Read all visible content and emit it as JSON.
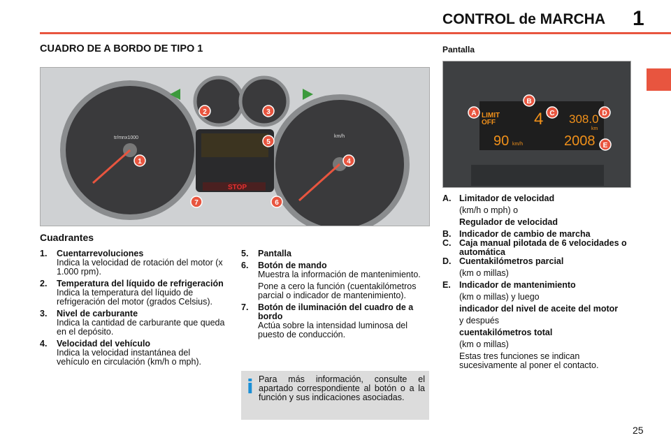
{
  "header": {
    "title": "CONTROL de MARCHA",
    "chapter": "1"
  },
  "section_title": "CUADRO DE A BORDO DE TIPO 1",
  "pantalla_title": "Pantalla",
  "accent_color": "#e8553f",
  "dashboard": {
    "callouts": [
      "1",
      "2",
      "3",
      "4",
      "5",
      "6",
      "7"
    ],
    "stop_label": "STOP",
    "rpm_label": "tr/mnx1000",
    "speed_unit": "km/h"
  },
  "display": {
    "callouts": [
      "A",
      "B",
      "C",
      "D",
      "E"
    ],
    "limit": "LIMIT",
    "off": "OFF",
    "gear": "4",
    "trip": "308.0",
    "km": "km",
    "odo": "2008",
    "speed": "90",
    "speed_unit": "km/h"
  },
  "cuadrantes": {
    "title": "Cuadrantes",
    "items": [
      {
        "num": "1.",
        "title": "Cuentarrevoluciones",
        "desc": [
          "Indica la velocidad de rotación del motor (x 1.000 rpm)."
        ]
      },
      {
        "num": "2.",
        "title": "Temperatura del líquido de refrigeración",
        "desc": [
          "Indica la temperatura del líquido de refrigeración del motor (grados Celsius)."
        ]
      },
      {
        "num": "3.",
        "title": "Nivel de carburante",
        "desc": [
          "Indica la cantidad de carburante que queda en el depósito."
        ]
      },
      {
        "num": "4.",
        "title": "Velocidad del vehículo",
        "desc": [
          "Indica la velocidad instantánea del vehículo en circulación (km/h o mph)."
        ]
      },
      {
        "num": "5.",
        "title": "Pantalla",
        "desc": []
      },
      {
        "num": "6.",
        "title": "Botón de mando",
        "desc": [
          "Muestra la información de mantenimiento.",
          "Pone a cero la función (cuentakilómetros parcial o indicador de mantenimiento)."
        ]
      },
      {
        "num": "7.",
        "title": "Botón de iluminación del cuadro de a bordo",
        "desc": [
          "Actúa sobre la intensidad luminosa del puesto de conducción."
        ]
      }
    ]
  },
  "info": "Para más información, consulte el apartado correspondiente al botón o a la función y sus indicaciones asociadas.",
  "pantalla_items": [
    {
      "letter": "A.",
      "lines": [
        {
          "b": "Limitador de velocidad"
        },
        {
          "t": "(km/h o mph) o"
        },
        {
          "b": "Regulador de velocidad"
        }
      ]
    },
    {
      "letter": "B.",
      "lines": [
        {
          "b": "Indicador de cambio de marcha"
        }
      ]
    },
    {
      "letter": "C.",
      "lines": [
        {
          "b": "Caja manual pilotada de 6 velocidades o automática"
        }
      ]
    },
    {
      "letter": "D.",
      "lines": [
        {
          "b": "Cuentakilómetros parcial"
        },
        {
          "t": "(km o millas)"
        }
      ]
    },
    {
      "letter": "E.",
      "lines": [
        {
          "b": "Indicador de mantenimiento"
        },
        {
          "t": "(km o millas) y luego"
        },
        {
          "b": "indicador del nivel de aceite del motor"
        },
        {
          "t": "y después"
        },
        {
          "b": "cuentakilómetros total"
        },
        {
          "t": "(km o millas)"
        },
        {
          "t": "Estas tres funciones se indican sucesivamente al poner el contacto."
        }
      ]
    }
  ],
  "page_number": "25"
}
